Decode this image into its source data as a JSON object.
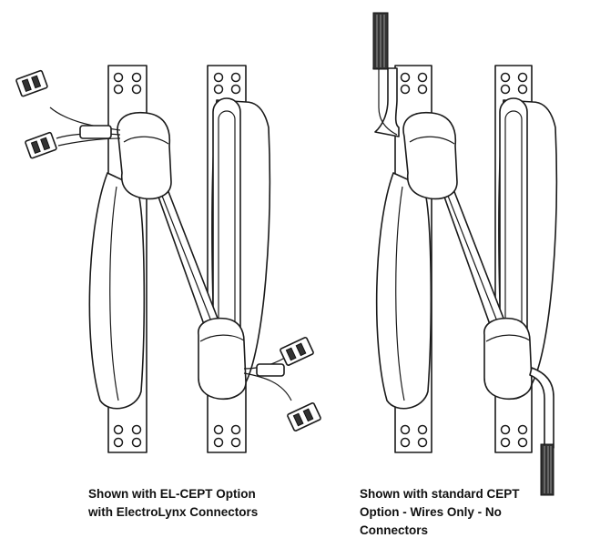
{
  "figures": [
    {
      "id": "el-cept",
      "caption_lines": [
        "Shown with EL-CEPT Option",
        "with ElectroLynx Connectors"
      ],
      "wire_style": "connectors"
    },
    {
      "id": "standard-cept",
      "caption_lines": [
        "Shown with standard CEPT",
        "Option - Wires Only - No",
        "Connectors"
      ],
      "wire_style": "bare-wires"
    }
  ],
  "colors": {
    "line": "#1a1a1a",
    "background": "#ffffff"
  }
}
